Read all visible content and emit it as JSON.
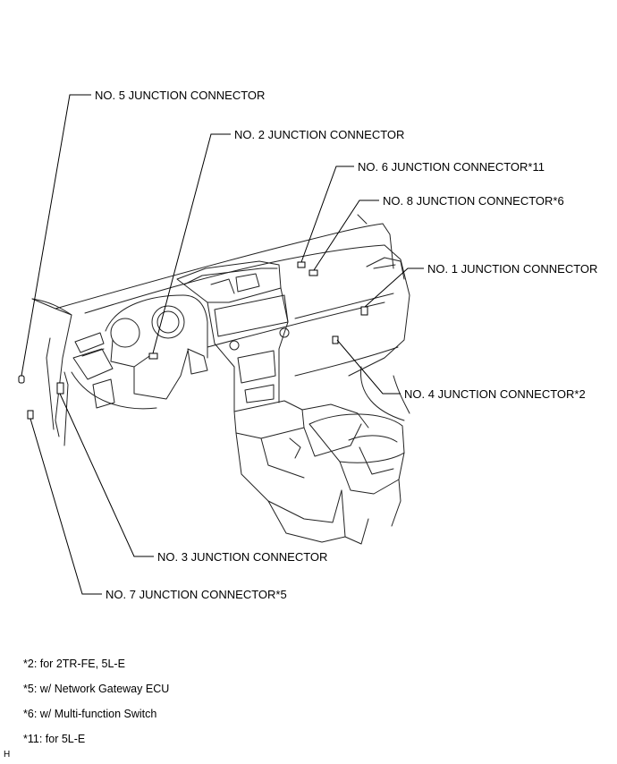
{
  "callouts": [
    {
      "id": "no5",
      "text": "NO. 5 JUNCTION CONNECTOR"
    },
    {
      "id": "no2",
      "text": "NO. 2 JUNCTION CONNECTOR"
    },
    {
      "id": "no6",
      "text": "NO. 6 JUNCTION CONNECTOR*11"
    },
    {
      "id": "no8",
      "text": "NO. 8 JUNCTION CONNECTOR*6"
    },
    {
      "id": "no1",
      "text": "NO. 1 JUNCTION CONNECTOR"
    },
    {
      "id": "no4",
      "text": "NO. 4 JUNCTION CONNECTOR*2"
    },
    {
      "id": "no3",
      "text": "NO. 3 JUNCTION CONNECTOR"
    },
    {
      "id": "no7",
      "text": "NO. 7 JUNCTION CONNECTOR*5"
    }
  ],
  "notes": [
    "*2: for 2TR-FE, 5L-E",
    "*5: w/ Network Gateway ECU",
    "*6: w/ Multi-function Switch",
    "*11: for 5L-E"
  ],
  "corner_mark": "H"
}
